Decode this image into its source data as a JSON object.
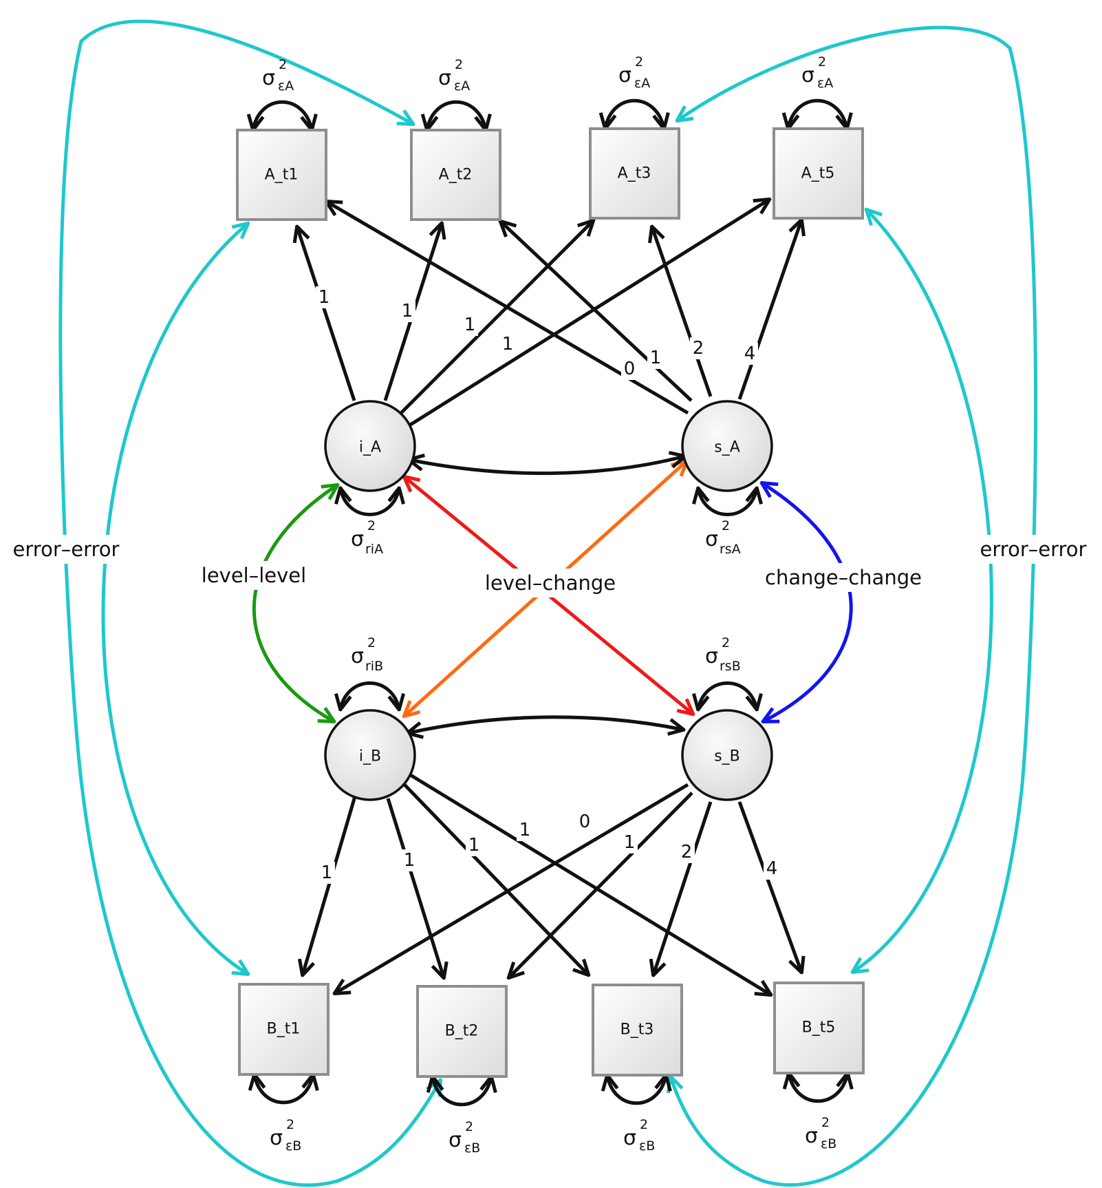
{
  "colors": {
    "black": "#111111",
    "cyan": "#1ec8cc",
    "green": "#1a9a10",
    "red": "#ee1a1a",
    "orange": "#ff6a10",
    "blue": "#1414ee"
  },
  "nodes": {
    "A_t1": "A_t1",
    "A_t2": "A_t2",
    "A_t3": "A_t3",
    "A_t5": "A_t5",
    "B_t1": "B_t1",
    "B_t2": "B_t2",
    "B_t3": "B_t3",
    "B_t5": "B_t5",
    "i_A": "i_A",
    "s_A": "s_A",
    "i_B": "i_B",
    "s_B": "s_B"
  },
  "variances": {
    "symbol": "σ",
    "power": "2",
    "eA": "εA",
    "eB": "εB",
    "riA": "riA",
    "rsA": "rsA",
    "riB": "riB",
    "rsB": "rsB"
  },
  "loadings": {
    "iA_At1": "1",
    "iA_At2": "1",
    "iA_At3": "1",
    "iA_At5": "1",
    "sA_At1": "0",
    "sA_At2": "1",
    "sA_At3": "2",
    "sA_At5": "4",
    "iB_Bt1": "1",
    "iB_Bt2": "1",
    "iB_Bt3": "1",
    "iB_Bt5": "1",
    "sB_Bt1": "0",
    "sB_Bt2": "1",
    "sB_Bt3": "2",
    "sB_Bt5": "4"
  },
  "labels": {
    "error_left": "error–error",
    "error_right": "error–error",
    "level_level": "level–level",
    "level_change": "level–change",
    "change_change": "change–change"
  }
}
